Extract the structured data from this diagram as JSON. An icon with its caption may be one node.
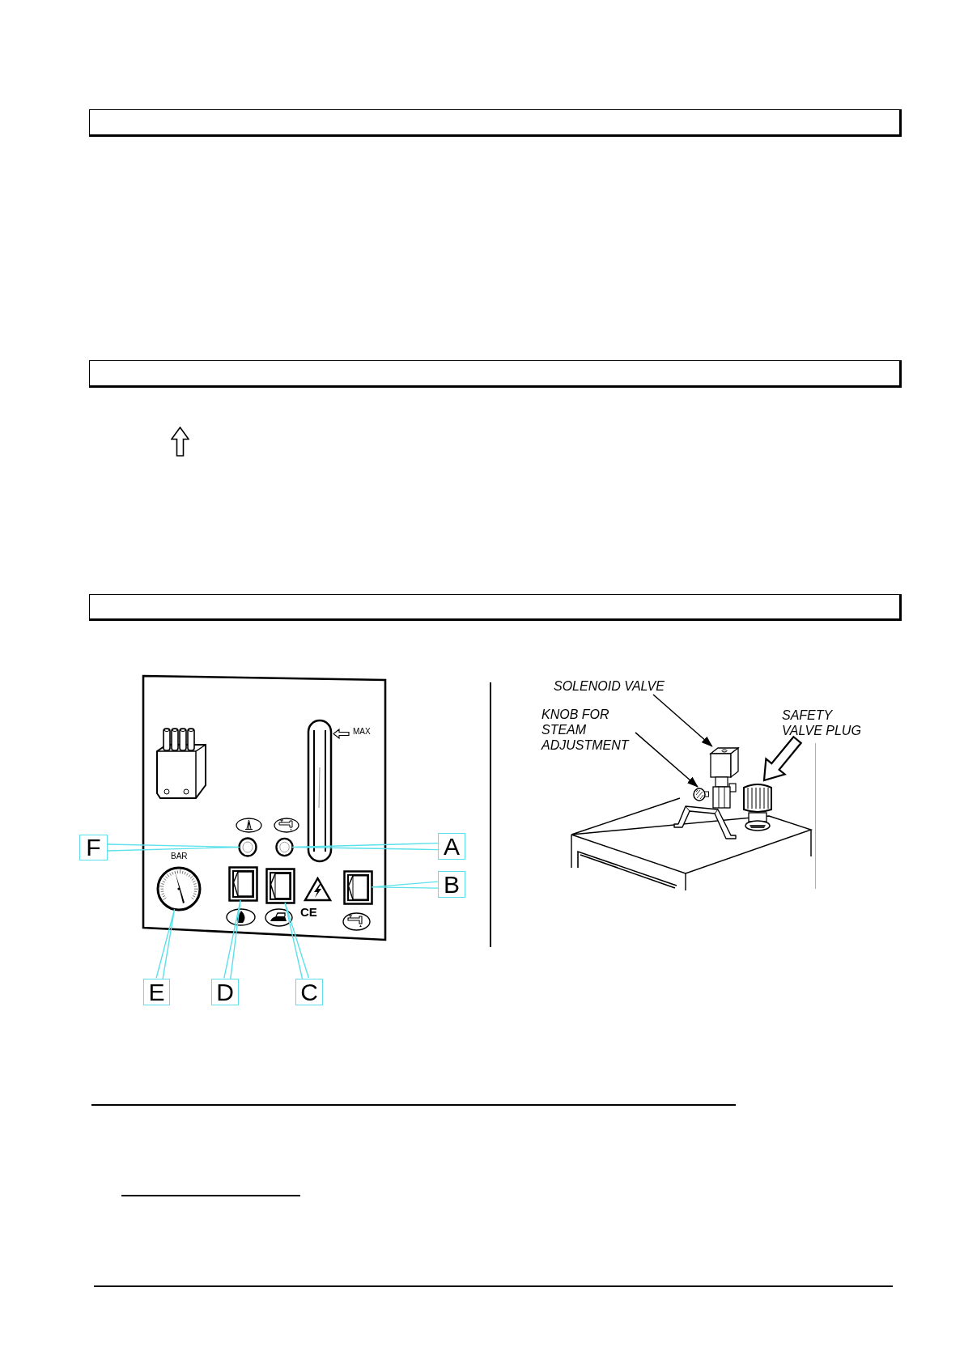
{
  "diagram": {
    "nodes": [
      {
        "text": [],
        "shape": "box"
      },
      {
        "text": [],
        "shape": "box"
      },
      {
        "text": [],
        "shape": "box"
      },
      {
        "text": [
          "F"
        ]
      },
      {
        "text": [
          "A"
        ]
      },
      {
        "text": [
          "B"
        ]
      },
      {
        "text": [
          "E"
        ]
      },
      {
        "text": [
          "D"
        ]
      },
      {
        "text": [
          "C"
        ]
      },
      {
        "text": [],
        "shape": "circle"
      },
      {
        "text": [],
        "shape": "circle"
      },
      {
        "text": [],
        "shape": "circle"
      },
      {
        "text": [],
        "shape": "box"
      },
      {
        "text": [],
        "shape": "box"
      },
      {
        "text": [],
        "shape": "box"
      },
      {
        "text": [
          "SOLENOID VALVE"
        ]
      },
      {
        "text": [
          "KNOB FOR STEAM ADJUSTMENT"
        ]
      },
      {
        "text": [
          "SAFETY VALVE PLUG"
        ]
      },
      {
        "text": [],
        "shape": "picture"
      },
      {
        "text": [],
        "shape": "picture"
      },
      {
        "text": [],
        "shape": "picture"
      }
    ],
    "edges": [
      {
        "from": 3,
        "to": 9,
        "arrow": "none"
      },
      {
        "from": 4,
        "to": 10,
        "arrow": "none"
      },
      {
        "from": 5,
        "to": 14,
        "arrow": "none"
      },
      {
        "from": 6,
        "to": 11,
        "arrow": "none"
      },
      {
        "from": 7,
        "to": 12,
        "arrow": "none"
      },
      {
        "from": 8,
        "to": 13,
        "arrow": "none"
      },
      {
        "from": 15,
        "to": 18,
        "arrow": "to",
        "color": "#000000"
      },
      {
        "from": 16,
        "to": 19,
        "arrow": "to",
        "color": "#000000"
      },
      {
        "from": 17,
        "to": 20,
        "arrow": "to",
        "style": "thick",
        "color": "#000000"
      }
    ],
    "labels": [
      "MAX",
      "BAR",
      "CE"
    ]
  }
}
